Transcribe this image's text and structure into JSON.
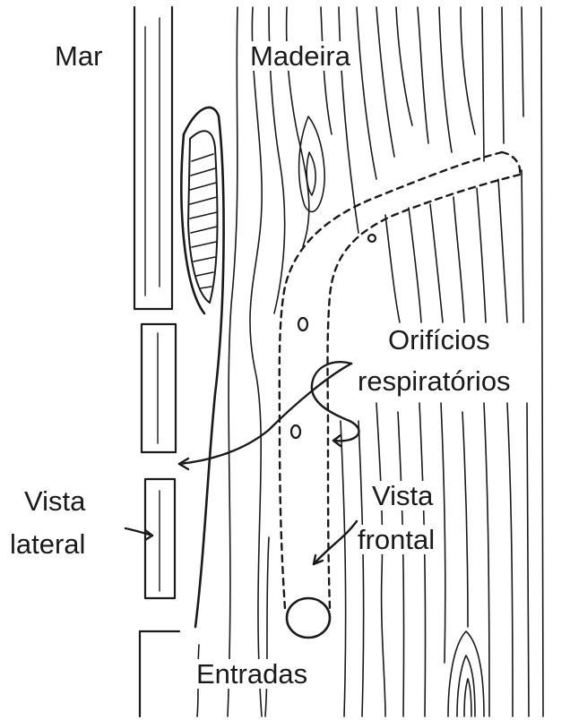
{
  "labels": {
    "mar": "Mar",
    "madeira": "Madeira",
    "orificios": "Orifícios",
    "respiratorios": "respiratórios",
    "vista_lateral_line1": "Vista",
    "vista_lateral_line2": "lateral",
    "vista_frontal_line1": "Vista",
    "vista_frontal_line2": "frontal",
    "entradas": "Entradas"
  },
  "colors": {
    "ink": "#1a1a1a",
    "background": "#ffffff"
  }
}
